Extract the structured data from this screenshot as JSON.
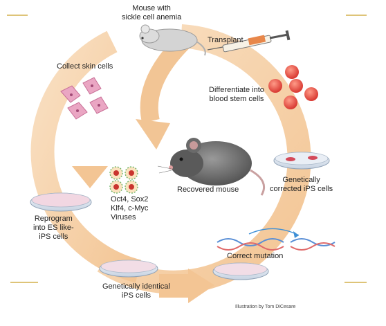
{
  "diagram": {
    "labels": {
      "mouse_sickle": "Mouse with\nsickle cell anemia",
      "transplant": "Transplant",
      "collect": "Collect skin cells",
      "differentiate": "Differentiate into\nblood stem cells",
      "recovered": "Recovered mouse",
      "corrected": "Genetically\ncorrected iPS cells",
      "factors": "Oct4, Sox2\nKlf4, c-Myc\nViruses",
      "reprogram": "Reprogram\ninto ES like-\niPS cells",
      "correct_mutation": "Correct mutation",
      "identical": "Genetically identical\niPS cells"
    },
    "credit": "Illustration by Tom DiCesare",
    "colors": {
      "arrow": "#f6d2a8",
      "arrow_edge": "#edc18e",
      "mouse_gray": "#7d7d7d",
      "blood_cell": "#e0463f",
      "skin_cell": "#e9a2c0",
      "gold_rule": "#d4b04c"
    }
  }
}
